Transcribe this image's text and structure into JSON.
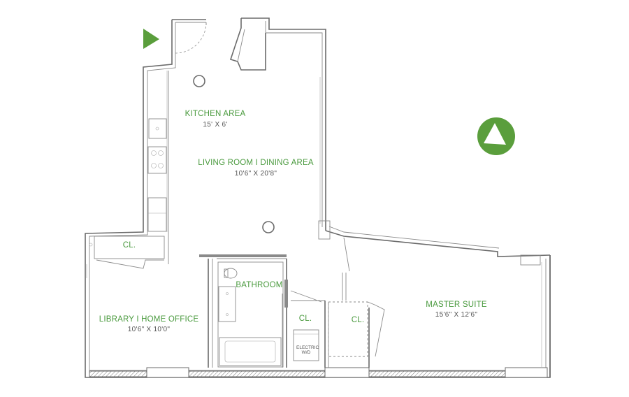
{
  "rooms": {
    "kitchen": {
      "name": "KITCHEN AREA",
      "size": "15' X 6'"
    },
    "living": {
      "name": "LIVING ROOM I DINING AREA",
      "size": "10'6\" X 20'8\""
    },
    "library": {
      "name": "LIBRARY I HOME OFFICE",
      "size": "10'6\" X 10'0\""
    },
    "bathroom": {
      "name": "BATHROOM"
    },
    "master": {
      "name": "MASTER SUITE",
      "size": "15'6\" X 12'6\""
    }
  },
  "closets": {
    "library_closet": "CL.",
    "hall_closet": "CL.",
    "master_closet": "CL."
  },
  "appliances": {
    "washer_dryer": "ELECTRIC W/D"
  },
  "colors": {
    "accent": "#5a9e3c",
    "wall": "#6b6b6b",
    "label_green": "#4a9a3e",
    "dimension_gray": "#555555"
  },
  "icons": {
    "entry": "entry-arrow-icon",
    "north": "north-compass-icon"
  }
}
